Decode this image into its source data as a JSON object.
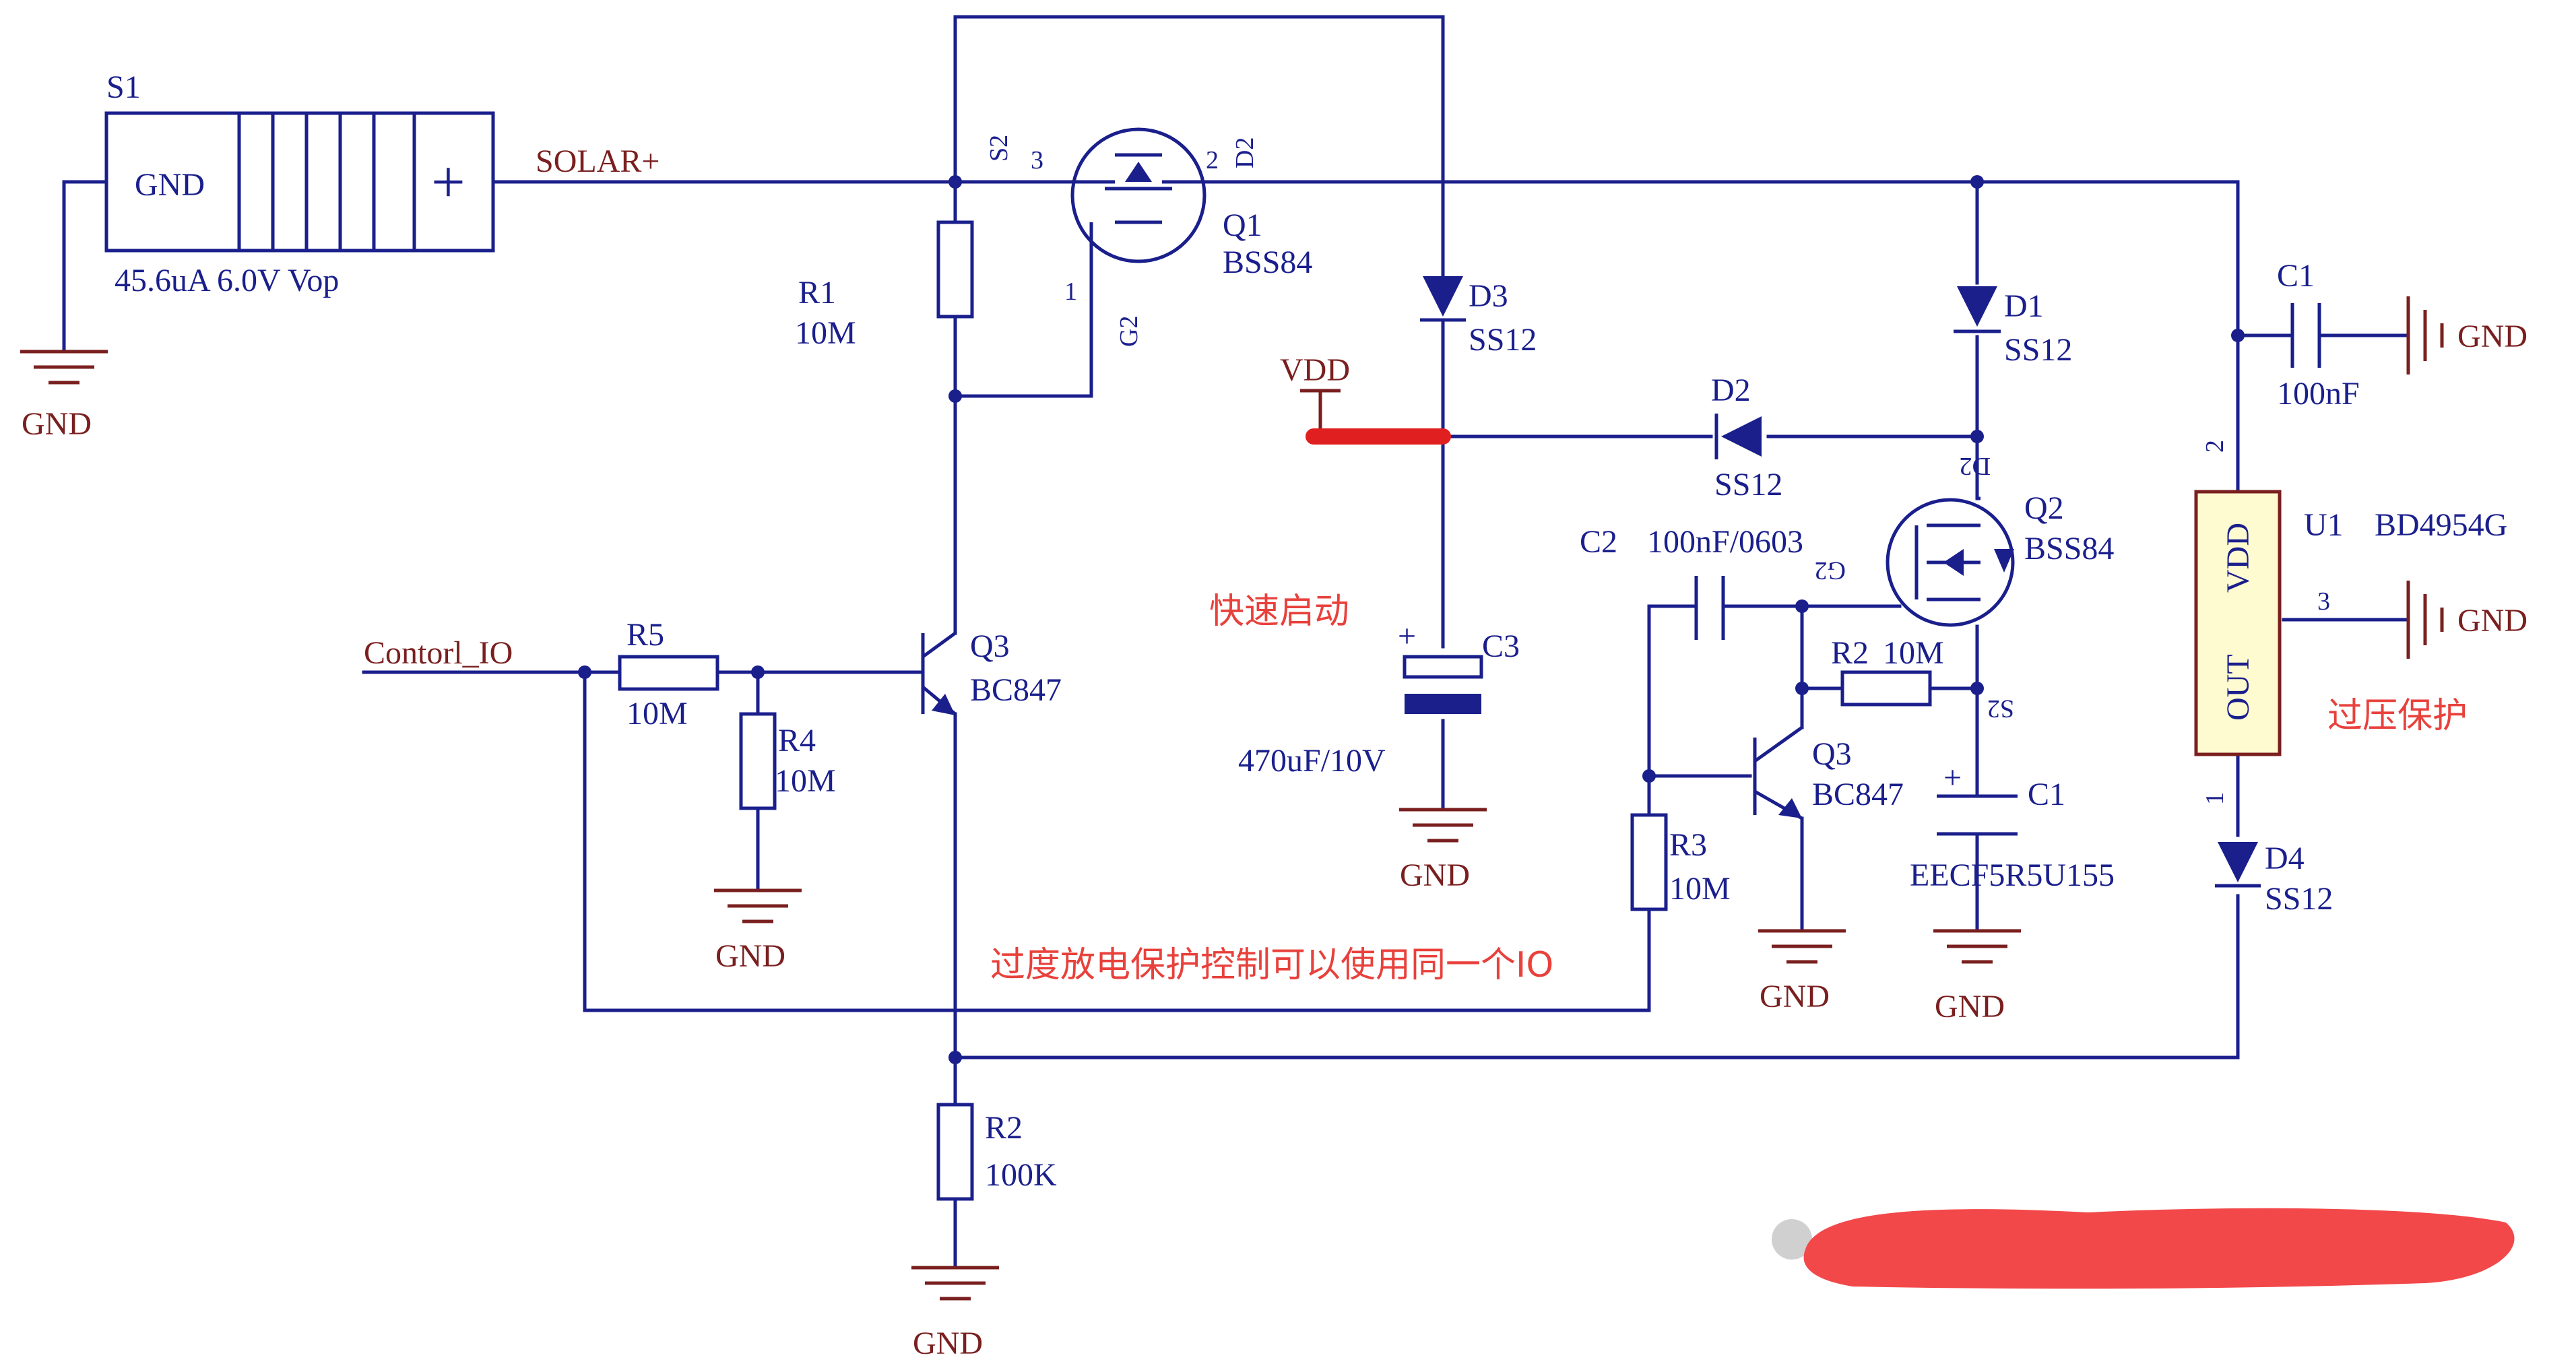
{
  "source": {
    "ref": "S1",
    "pin_gnd": "GND",
    "pin_plus": "+",
    "spec": "45.6uA 6.0V Vop",
    "net": "SOLAR+"
  },
  "q1": {
    "ref": "Q1",
    "part": "BSS84",
    "pin_s": "S2",
    "pin_d": "D2",
    "pin_g": "G2",
    "n3": "3",
    "n2": "2",
    "n1": "1"
  },
  "r1": {
    "ref": "R1",
    "value": "10M"
  },
  "d3": {
    "ref": "D3",
    "part": "SS12"
  },
  "d1": {
    "ref": "D1",
    "part": "SS12"
  },
  "d2": {
    "ref": "D2",
    "part": "SS12"
  },
  "d4": {
    "ref": "D4",
    "part": "SS12"
  },
  "vdd": "VDD",
  "c1_top": {
    "ref": "C1",
    "value": "100nF"
  },
  "u1": {
    "ref": "U1",
    "part": "BD4954G",
    "pin_vdd": "VDD",
    "pin_out": "OUT",
    "n2": "2",
    "n3": "3",
    "n1": "1"
  },
  "q2": {
    "ref": "Q2",
    "part": "BSS84",
    "pin_d": "D2",
    "pin_g": "G2",
    "pin_s": "S2"
  },
  "c2": {
    "ref": "C2",
    "value": "100nF/0603"
  },
  "r2_right": {
    "ref": "R2",
    "value": "10M"
  },
  "q3_right": {
    "ref": "Q3",
    "part": "BC847"
  },
  "r3": {
    "ref": "R3",
    "value": "10M"
  },
  "c1_bottom": {
    "ref": "C1",
    "value": "EECF5R5U155",
    "plus": "+"
  },
  "c3": {
    "ref": "C3",
    "value": "470uF/10V",
    "plus": "+"
  },
  "q3_left": {
    "ref": "Q3",
    "part": "BC847"
  },
  "r5": {
    "ref": "R5",
    "value": "10M"
  },
  "r4": {
    "ref": "R4",
    "value": "10M"
  },
  "r2_bottom": {
    "ref": "R2",
    "value": "100K"
  },
  "io_net": "Contorl_IO",
  "gnd_label": "GND",
  "notes": {
    "fast_start": "快速启动",
    "overvoltage": "过压保护",
    "same_io": "过度放电保护控制可以使用同一个IO"
  },
  "colors": {
    "wire": "#1a1f8c",
    "net": "#7a1f1f",
    "note": "#e8413c",
    "vdd_bar": "#e02020"
  }
}
